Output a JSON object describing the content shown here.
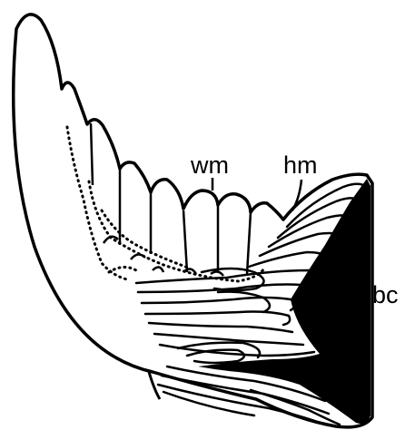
{
  "labels": {
    "wm": "wm",
    "hm": "hm",
    "bc": "bc"
  },
  "colors": {
    "ink": "#000000",
    "paper": "#ffffff"
  }
}
